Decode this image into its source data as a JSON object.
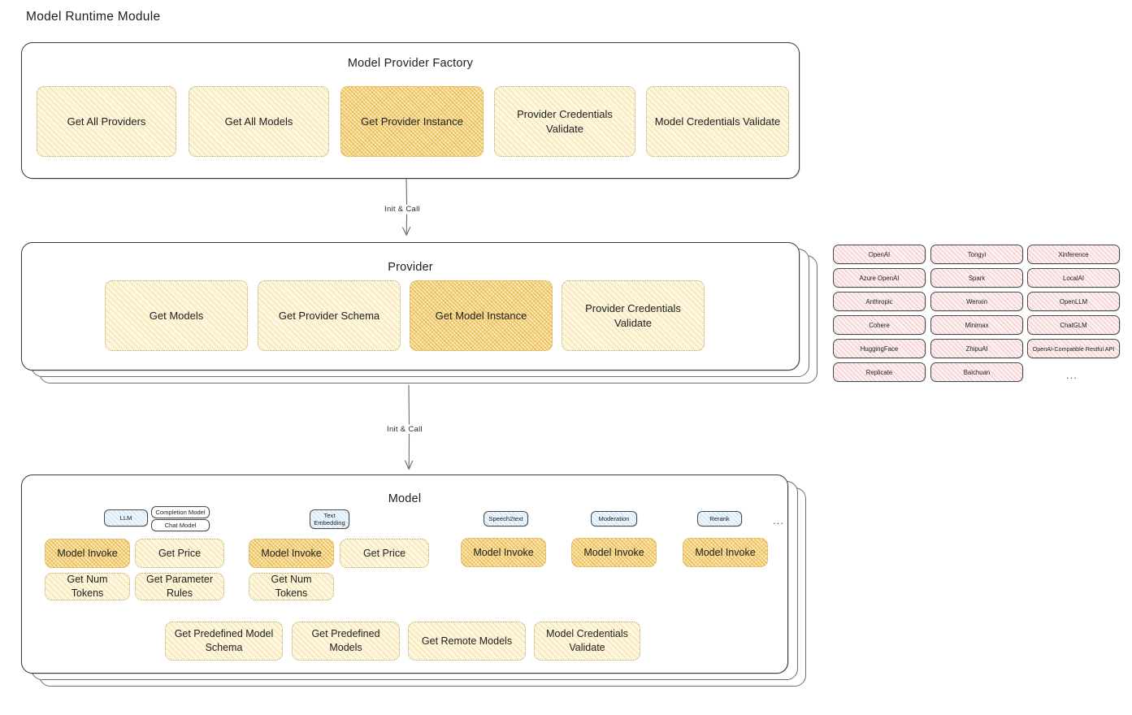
{
  "page": {
    "title": "Model Runtime Module"
  },
  "colors": {
    "node_fill": "#fdf6e0",
    "node_highlight_fill": "#fbe9bd",
    "node_border": "#b9a96d",
    "node_highlight_border": "#d8ad4a",
    "chip_pink_fill": "#fdf0f0",
    "badge_blue_fill": "#eef6fd",
    "panel_border": "#3b3b3b",
    "text": "#1e1e1e",
    "background": "#ffffff"
  },
  "factory": {
    "title": "Model Provider Factory",
    "nodes": [
      {
        "label": "Get All Providers",
        "highlight": false
      },
      {
        "label": "Get All Models",
        "highlight": false
      },
      {
        "label": "Get Provider Instance",
        "highlight": true
      },
      {
        "label": "Provider Credentials Validate",
        "highlight": false
      },
      {
        "label": "Model Credentials Validate",
        "highlight": false
      }
    ]
  },
  "arrows": [
    {
      "label": "Init & Call",
      "from": "Model Provider Factory",
      "to": "Provider"
    },
    {
      "label": "Init & Call",
      "from": "Provider",
      "to": "Model"
    }
  ],
  "provider": {
    "title": "Provider",
    "nodes": [
      {
        "label": "Get Models",
        "highlight": false
      },
      {
        "label": "Get Provider Schema",
        "highlight": false
      },
      {
        "label": "Get Model Instance",
        "highlight": true
      },
      {
        "label": "Provider Credentials Validate",
        "highlight": false
      }
    ]
  },
  "provider_list": {
    "ellipsis": "...",
    "columns": [
      {
        "items": [
          "OpenAI",
          "Azure OpenAI",
          "Anthropic",
          "Cohere",
          "HuggingFace",
          "Replicate"
        ]
      },
      {
        "items": [
          "Tongyi",
          "Spark",
          "Wenxin",
          "Minimax",
          "ZhipuAI",
          "Baichuan"
        ]
      },
      {
        "items": [
          "Xinference",
          "LocalAI",
          "OpenLLM",
          "ChatGLM",
          "OpenAI-Compatible Restful API"
        ]
      }
    ]
  },
  "model": {
    "title": "Model",
    "ellipsis": "...",
    "types": [
      {
        "badge": "LLM",
        "badge_style": "blue",
        "sub_badges": [
          "Completion Model",
          "Chat Model"
        ],
        "nodes": [
          {
            "label": "Model Invoke",
            "highlight": true
          },
          {
            "label": "Get Price",
            "highlight": false
          },
          {
            "label": "Get Num Tokens",
            "highlight": false
          },
          {
            "label": "Get Parameter Rules",
            "highlight": false
          }
        ]
      },
      {
        "badge": "Text Embedding",
        "badge_style": "blue",
        "sub_badges": [],
        "nodes": [
          {
            "label": "Model Invoke",
            "highlight": true
          },
          {
            "label": "Get Price",
            "highlight": false
          },
          {
            "label": "Get Num Tokens",
            "highlight": false
          }
        ]
      },
      {
        "badge": "Speech2text",
        "badge_style": "blue",
        "sub_badges": [],
        "nodes": [
          {
            "label": "Model Invoke",
            "highlight": true
          }
        ]
      },
      {
        "badge": "Moderation",
        "badge_style": "blue",
        "sub_badges": [],
        "nodes": [
          {
            "label": "Model Invoke",
            "highlight": true
          }
        ]
      },
      {
        "badge": "Rerank",
        "badge_style": "blue",
        "sub_badges": [],
        "nodes": [
          {
            "label": "Model Invoke",
            "highlight": true
          }
        ]
      }
    ],
    "shared_nodes": [
      {
        "label": "Get Predefined Model Schema",
        "highlight": false
      },
      {
        "label": "Get Predefined Models",
        "highlight": false
      },
      {
        "label": "Get Remote Models",
        "highlight": false
      },
      {
        "label": "Model Credentials Validate",
        "highlight": false
      }
    ]
  }
}
